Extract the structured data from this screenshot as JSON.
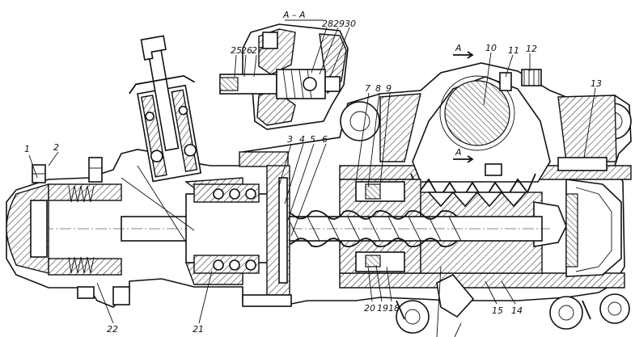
{
  "section_title": "А – А",
  "section_arrow_label": "А",
  "callouts": [
    "1",
    "2",
    "3",
    "4",
    "5",
    "6",
    "7",
    "8",
    "9",
    "10",
    "11",
    "12",
    "13",
    "14",
    "15",
    "18",
    "19",
    "20",
    "21",
    "22",
    "25",
    "26",
    "27",
    "28",
    "29",
    "30"
  ],
  "colors": {
    "ink": "#111111",
    "paper": "#ffffff"
  }
}
